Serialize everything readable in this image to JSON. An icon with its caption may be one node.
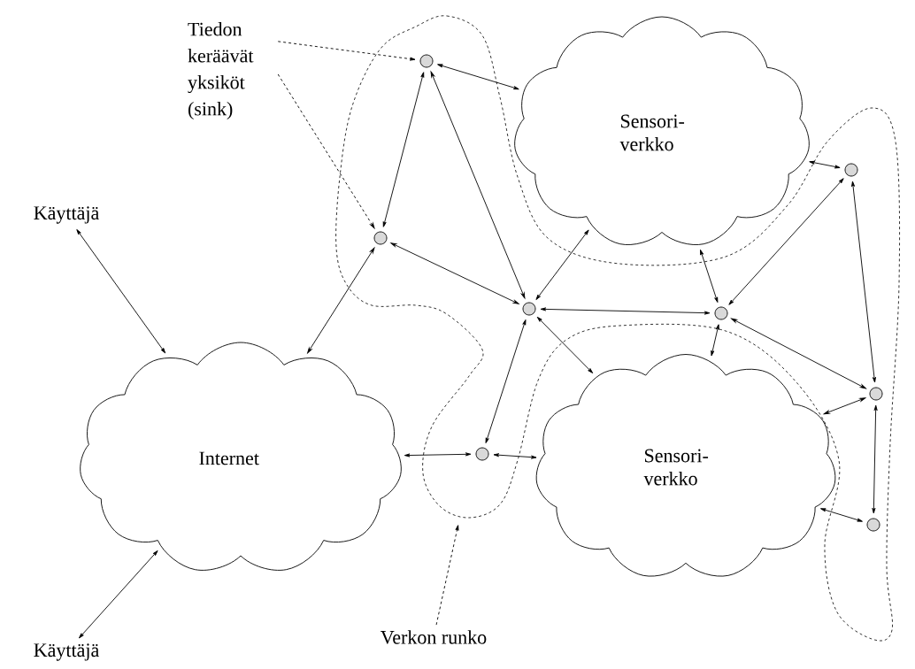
{
  "diagram": {
    "nodes": [
      {
        "text": [
          "Tiedon keräävät yksiköt (sink)"
        ]
      },
      {
        "text": [],
        "shape": "circle"
      },
      {
        "text": [
          "Sensori- verkko"
        ]
      },
      {
        "text": [
          "Käyttäjä"
        ]
      },
      {
        "text": [],
        "shape": "circle"
      },
      {
        "text": [],
        "shape": "circle"
      },
      {
        "text": [],
        "shape": "circle"
      },
      {
        "text": [],
        "shape": "circle"
      },
      {
        "text": [],
        "shape": "circle"
      },
      {
        "text": [
          "Internet"
        ]
      },
      {
        "text": [],
        "shape": "circle"
      },
      {
        "text": [
          "Sensori- verkko"
        ]
      },
      {
        "text": [],
        "shape": "circle"
      },
      {
        "text": [
          "Käyttäjä"
        ]
      },
      {
        "text": [
          "Verkon runko"
        ]
      }
    ],
    "edges": [
      {
        "from": 0,
        "to": 1,
        "arrow": "to",
        "style": "dashed"
      },
      {
        "from": 0,
        "to": 5,
        "arrow": "to",
        "style": "dashed"
      },
      {
        "from": 14,
        "to": null,
        "arrow": "to",
        "style": "dashed"
      },
      {
        "from": 3,
        "to": 9,
        "arrow": "both"
      },
      {
        "from": 13,
        "to": 9,
        "arrow": "both"
      },
      {
        "from": 9,
        "to": 10,
        "arrow": "both"
      },
      {
        "from": 10,
        "to": 11,
        "arrow": "both"
      },
      {
        "from": 10,
        "to": 6,
        "arrow": "both"
      },
      {
        "from": 9,
        "to": 5,
        "arrow": "both"
      },
      {
        "from": 5,
        "to": 6,
        "arrow": "both"
      },
      {
        "from": 1,
        "to": 5,
        "arrow": "both"
      },
      {
        "from": 1,
        "to": 6,
        "arrow": "both"
      },
      {
        "from": 1,
        "to": 2,
        "arrow": "both"
      },
      {
        "from": 2,
        "to": 6,
        "arrow": "both"
      },
      {
        "from": 6,
        "to": 11,
        "arrow": "both"
      },
      {
        "from": 6,
        "to": 7,
        "arrow": "both"
      },
      {
        "from": 2,
        "to": 7,
        "arrow": "both"
      },
      {
        "from": 7,
        "to": 11,
        "arrow": "both"
      },
      {
        "from": 7,
        "to": 4,
        "arrow": "both"
      },
      {
        "from": 7,
        "to": 8,
        "arrow": "both"
      },
      {
        "from": 2,
        "to": 4,
        "arrow": "both"
      },
      {
        "from": 4,
        "to": 8,
        "arrow": "both"
      },
      {
        "from": 11,
        "to": 8,
        "arrow": "both"
      },
      {
        "from": 8,
        "to": 12,
        "arrow": "both"
      },
      {
        "from": 11,
        "to": 12,
        "arrow": "both"
      }
    ]
  }
}
